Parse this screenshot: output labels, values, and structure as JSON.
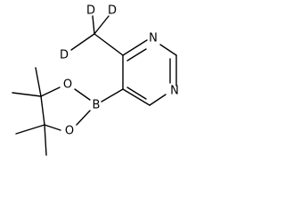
{
  "molecule": {
    "atoms": {
      "d_top_left": "D",
      "d_top_right": "D",
      "d_left": "D",
      "n_ring_top": "N",
      "n_ring_bottom": "N",
      "boron": "B",
      "o_upper": "O",
      "o_lower": "O"
    }
  }
}
